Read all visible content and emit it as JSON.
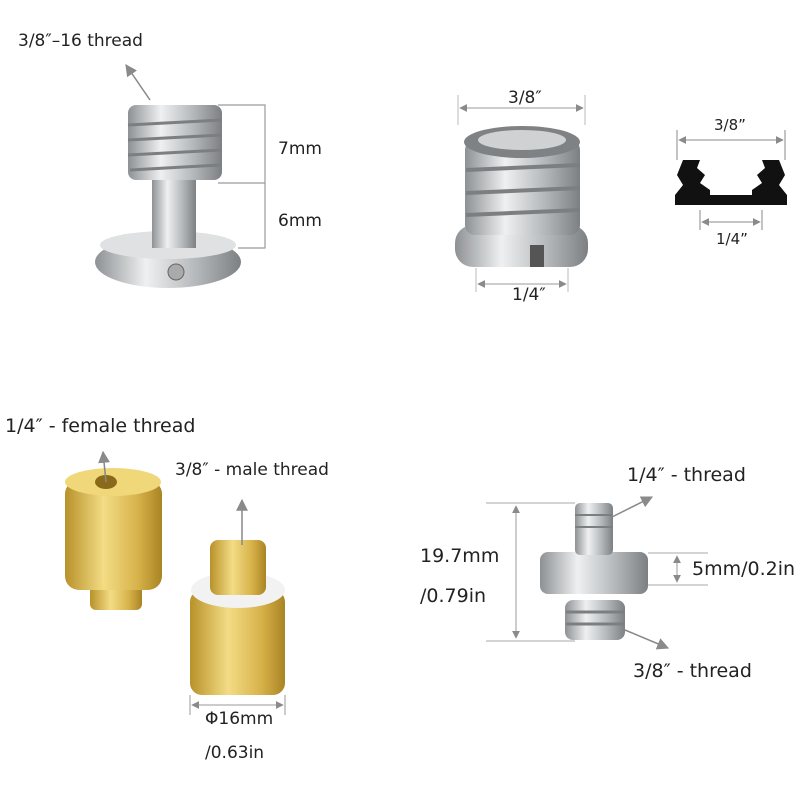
{
  "colors": {
    "steel": "#c9cbcd",
    "steel_dark": "#8e9194",
    "brass": "#e2c25a",
    "brass_dark": "#b8922a",
    "dimension_line": "#9a9a9a",
    "section_black": "#111111"
  },
  "quick_release_screw": {
    "thread_label": "3/8″–16 thread",
    "thread_length": "7mm",
    "shank_length": "6mm"
  },
  "reducer_bushing": {
    "outer_label": "3/8″",
    "inner_label": "1/4″"
  },
  "cross_section": {
    "outer_label": "3/8”",
    "inner_label": "1/4”"
  },
  "brass_adapters": {
    "female_label": "1/4″  - female thread",
    "male_label": "3/8″  - male thread",
    "diameter_mm": "Φ16mm",
    "diameter_in": "/0.63in"
  },
  "double_screw": {
    "top_label": "1/4″  - thread",
    "bottom_label": "3/8″  - thread",
    "height_mm": "19.7mm",
    "height_in": "/0.79in",
    "knob_height": "5mm/0.2in"
  }
}
